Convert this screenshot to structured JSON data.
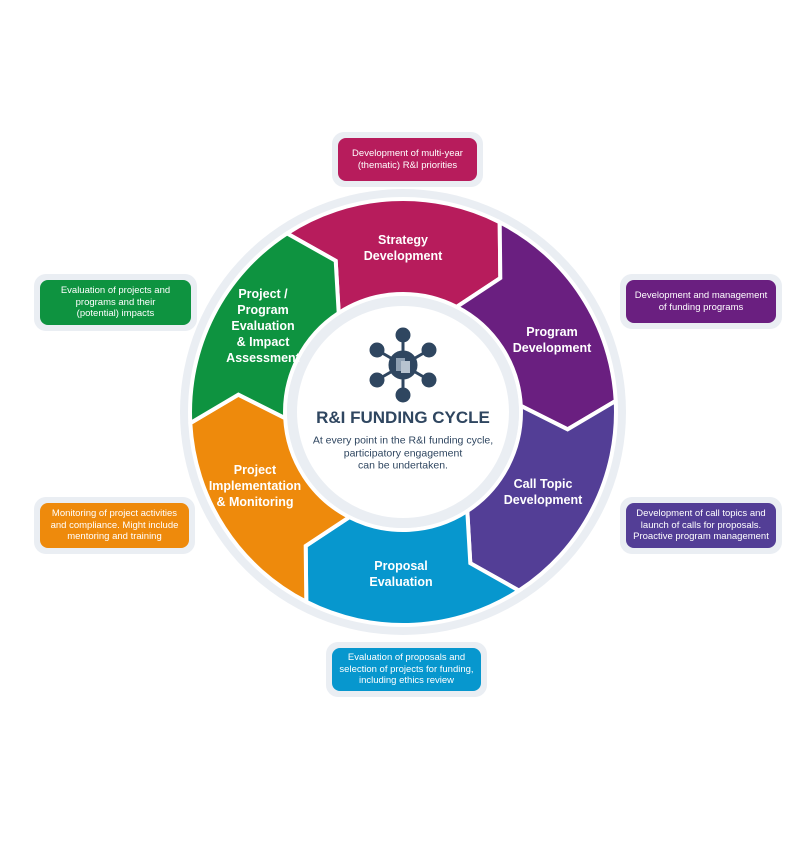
{
  "center": {
    "icon": "network-hub-documents-icon",
    "title": "R&I FUNDING CYCLE",
    "subtitle": "At every point in the R&I funding cycle,\nparticipatory engagement\ncan be undertaken."
  },
  "colors": {
    "strategy": "#B71C5C",
    "program": "#6A1F80",
    "call": "#533E96",
    "proposal": "#0797CE",
    "implementation": "#EE8A0C",
    "evaluation": "#0E9340",
    "dark": "#2F4660",
    "ring": "#EAEEF3"
  },
  "stages": [
    {
      "label": "Strategy\nDevelopment",
      "description": "Development of multi-year\n(thematic) R&I priorities",
      "color": "#B71C5C"
    },
    {
      "label": "Program\nDevelopment",
      "description": "Development and management\nof funding programs",
      "color": "#6A1F80"
    },
    {
      "label": "Call Topic\nDevelopment",
      "description": "Development of call topics and\nlaunch of calls for proposals.\nProactive program management",
      "color": "#533E96"
    },
    {
      "label": "Proposal\nEvaluation",
      "description": "Evaluation of proposals and\nselection of projects for funding,\nincluding ethics review",
      "color": "#0797CE"
    },
    {
      "label": "Project\nImplementation\n& Monitoring",
      "description": "Monitoring of project activities\nand compliance. Might include\nmentoring and training",
      "color": "#EE8A0C"
    },
    {
      "label": "Project /\nProgram\nEvaluation\n& Impact\nAssessment",
      "description": "Evaluation of projects and\nprograms and their\n(potential) impacts",
      "color": "#0E9340"
    }
  ]
}
